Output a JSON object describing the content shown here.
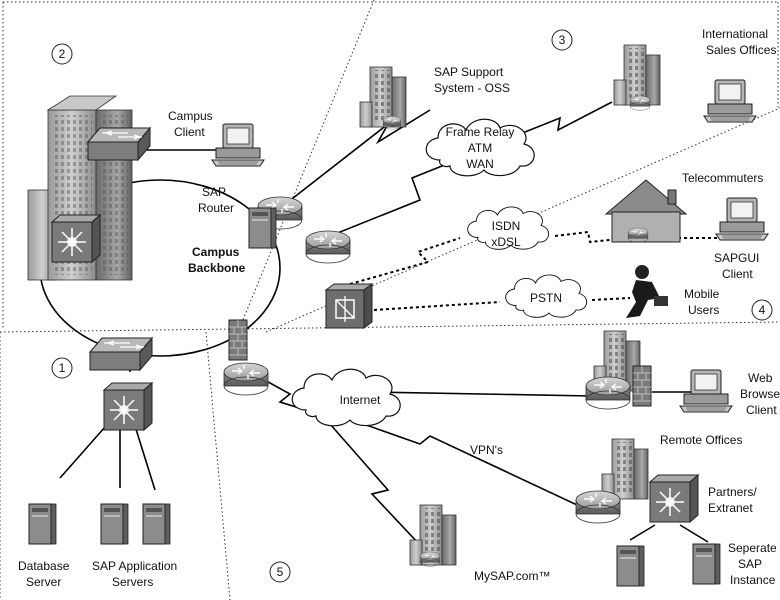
{
  "zones": [
    "1",
    "2",
    "3",
    "4",
    "5"
  ],
  "labels": {
    "campus_client": [
      "Campus",
      "Client"
    ],
    "sap_router": [
      "SAP",
      "Router"
    ],
    "campus_backbone": [
      "Campus",
      "Backbone"
    ],
    "sap_support": [
      "SAP Support",
      "System - OSS"
    ],
    "frame_relay": [
      "Frame Relay",
      "ATM",
      "WAN"
    ],
    "international": [
      "International",
      "Sales Offices"
    ],
    "telecommuters": "Telecommuters",
    "isdn": [
      "ISDN",
      "xDSL"
    ],
    "sapgui": [
      "SAPGUI",
      "Client"
    ],
    "pstn": "PSTN",
    "mobile": [
      "Mobile",
      "Users"
    ],
    "internet": "Internet",
    "vpns": "VPN's",
    "web_browse": [
      "Web",
      "Browse",
      "Client"
    ],
    "remote_offices": "Remote Offices",
    "partners": [
      "Partners/",
      "Extranet"
    ],
    "database": [
      "Database",
      "Server"
    ],
    "app_servers": [
      "SAP Application",
      "Servers"
    ],
    "mysap": "MySAP.com™",
    "separate": [
      "Seperate",
      "SAP",
      "Instance"
    ]
  },
  "colors": {
    "line": "#000000",
    "node": "#8a8a8a",
    "node_light": "#c8c8c8",
    "node_dark": "#555555",
    "cloud": "#ffffff"
  }
}
